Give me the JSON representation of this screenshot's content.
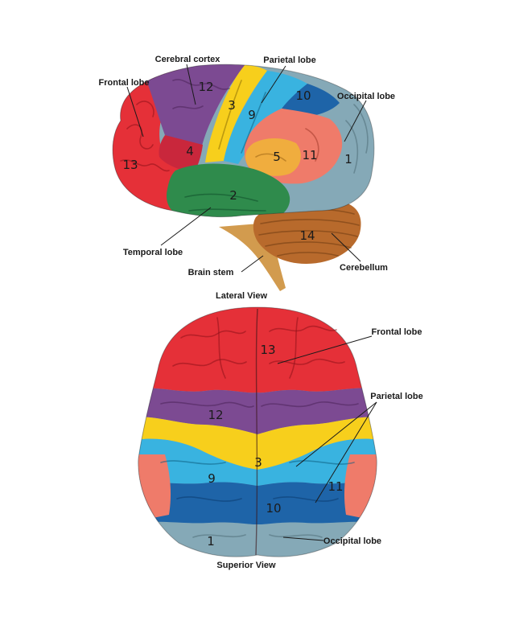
{
  "colors": {
    "frontal": "#e53038",
    "motor": "#c9273c",
    "purple": "#7c4a92",
    "yellow": "#f7cf1c",
    "lightblue": "#39b3e0",
    "darkblue": "#1e64a8",
    "salmon": "#ef7b6a",
    "orange": "#f0ad3e",
    "greyblue": "#85a9b7",
    "green": "#2f8b4c",
    "cerebellum": "#b86a2c",
    "brainstem": "#d29b4e"
  },
  "lateral": {
    "caption": "Lateral View",
    "labels": {
      "frontal_lobe": "Frontal lobe",
      "cerebral_cortex": "Cerebral cortex",
      "parietal_lobe": "Parietal lobe",
      "occipital_lobe": "Occipital lobe",
      "temporal_lobe": "Temporal lobe",
      "brain_stem": "Brain stem",
      "cerebellum": "Cerebellum"
    },
    "regions": {
      "r1": "1",
      "r2": "2",
      "r3": "3",
      "r4": "4",
      "r5": "5",
      "r9": "9",
      "r10": "10",
      "r11": "11",
      "r12": "12",
      "r13": "13",
      "r14": "14"
    }
  },
  "superior": {
    "caption": "Superior View",
    "labels": {
      "frontal_lobe": "Frontal lobe",
      "parietal_lobe": "Parietal lobe",
      "occipital_lobe": "Occipital lobe"
    },
    "regions": {
      "r13": "13",
      "r12": "12",
      "r3": "3",
      "r9": "9",
      "r10": "10",
      "r11": "11",
      "r1": "1"
    }
  }
}
